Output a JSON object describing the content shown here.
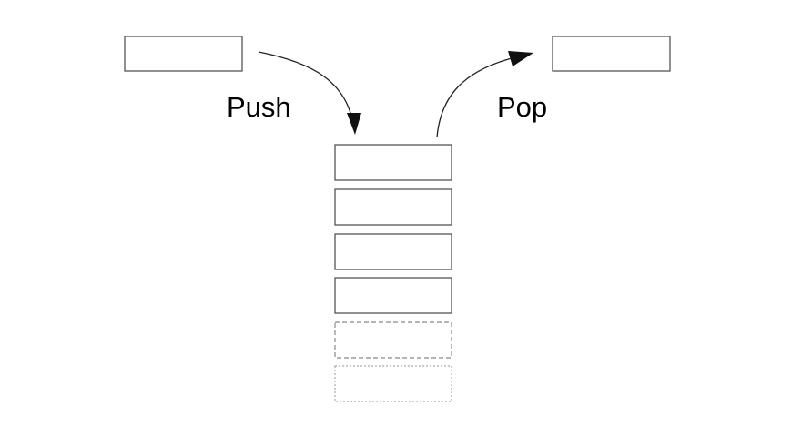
{
  "diagram": {
    "push_label": "Push",
    "pop_label": "Pop"
  },
  "stack": {
    "solid_slots": 4,
    "dashed_slots": 1,
    "dotted_slots": 1
  },
  "colors": {
    "box_stroke": "#555555",
    "arrow": "#222222",
    "text": "#000000",
    "background": "#ffffff"
  }
}
